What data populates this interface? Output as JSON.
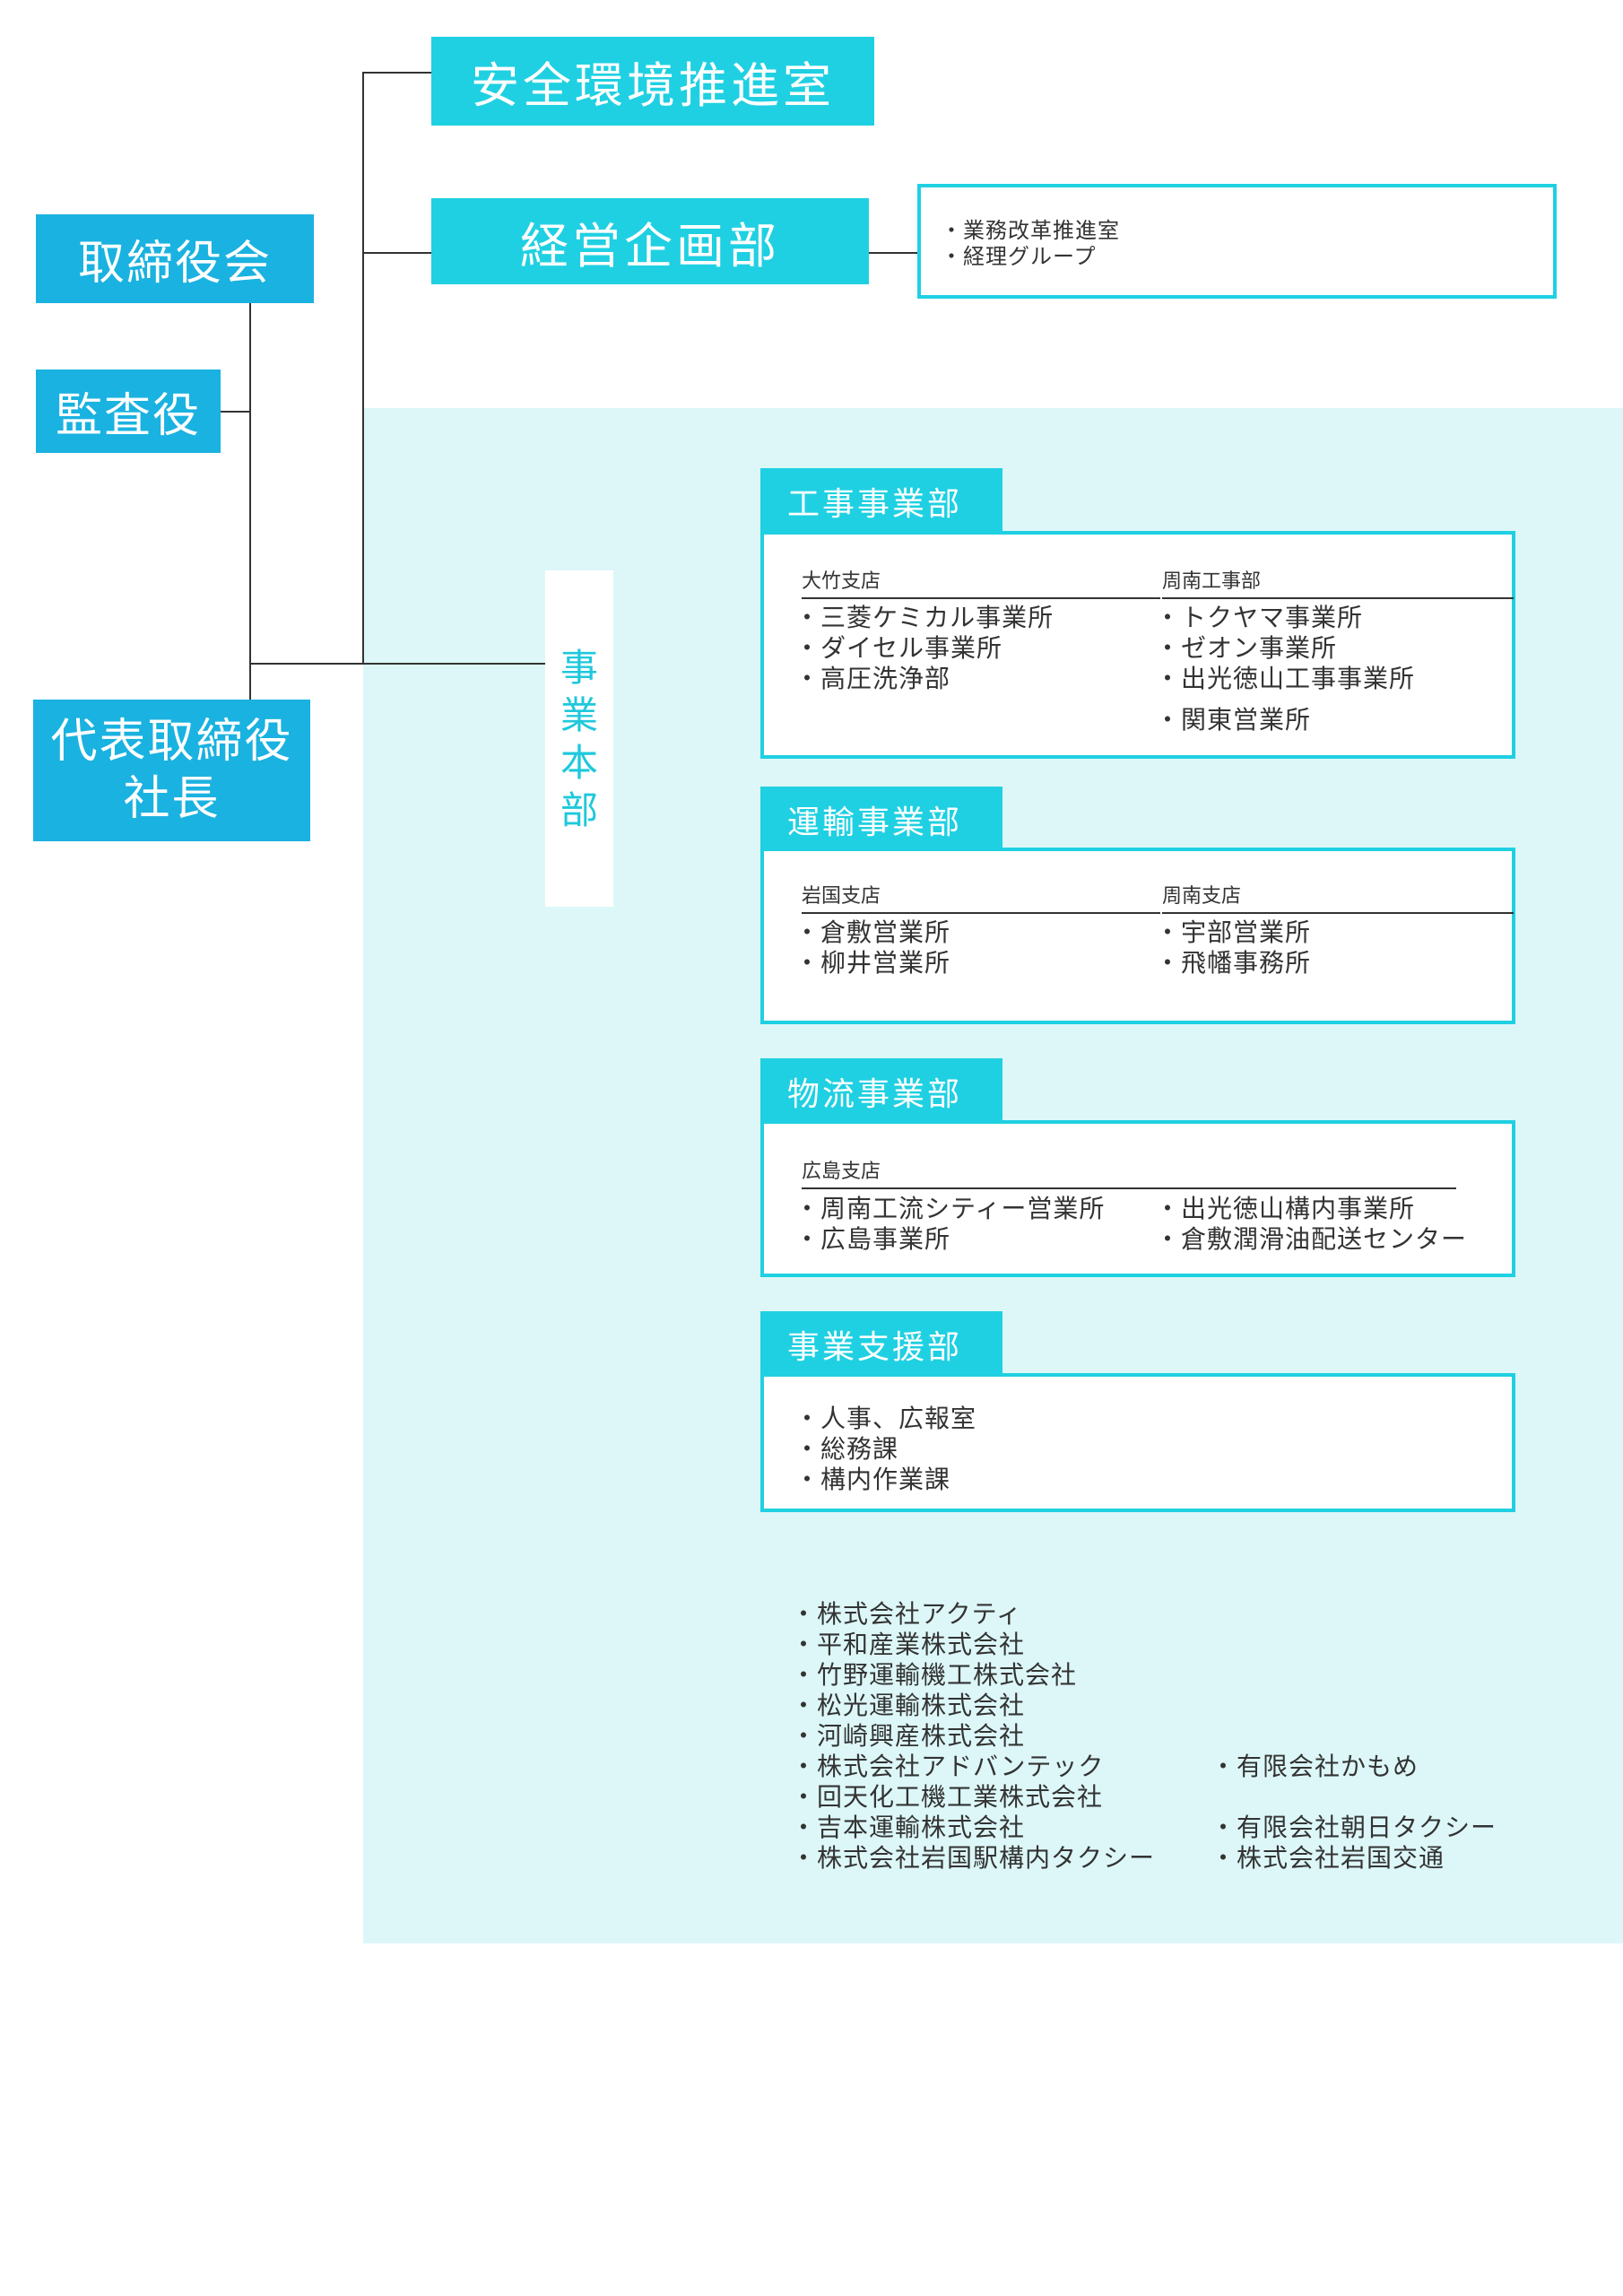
{
  "top_left": {
    "board": "取締役会",
    "auditor": "監査役",
    "president_line1": "代表取締役",
    "president_line2": "社長"
  },
  "staff": {
    "safety": "安全環境推進室",
    "planning": "経営企画部",
    "planning_items": [
      "業務改革推進室",
      "経理グループ"
    ]
  },
  "headquarters": {
    "label_chars": [
      "事",
      "業",
      "本",
      "部"
    ]
  },
  "departments": {
    "construction": {
      "title": "工事事業部",
      "branch1": {
        "name": "大竹支店",
        "items": [
          "三菱ケミカル事業所",
          "ダイセル事業所",
          "高圧洗浄部"
        ]
      },
      "branch2": {
        "name": "周南工事部",
        "items": [
          "トクヤマ事業所",
          "ゼオン事業所",
          "出光徳山工事事業所"
        ],
        "extra": "関東営業所"
      }
    },
    "transport": {
      "title": "運輸事業部",
      "branch1": {
        "name": "岩国支店",
        "items": [
          "倉敷営業所",
          "柳井営業所"
        ]
      },
      "branch2": {
        "name": "周南支店",
        "items": [
          "宇部営業所",
          "飛幡事務所"
        ]
      }
    },
    "logistics": {
      "title": "物流事業部",
      "branch1": {
        "name": "広島支店",
        "items": [
          "周南工流シティー営業所",
          "広島事業所"
        ]
      },
      "col2_items": [
        "出光徳山構内事業所",
        "倉敷潤滑油配送センター"
      ]
    },
    "support": {
      "title": "事業支援部",
      "items": [
        "人事、広報室",
        "総務課",
        "構内作業課"
      ]
    }
  },
  "group_companies": {
    "col1": [
      "株式会社アクティ",
      "平和産業株式会社",
      "竹野運輸機工株式会社",
      "松光運輸株式会社",
      "河崎興産株式会社",
      "株式会社アドバンテック",
      "回天化工機工業株式会社",
      "吉本運輸株式会社",
      "株式会社岩国駅構内タクシー"
    ],
    "col2_a": "有限会社かもめ",
    "col2_b": [
      "有限会社朝日タクシー",
      "株式会社岩国交通"
    ]
  },
  "colors": {
    "blue": "#1ab2e0",
    "cyan": "#1fd0e2",
    "zone": "#ddf7f8",
    "line": "#333333"
  }
}
